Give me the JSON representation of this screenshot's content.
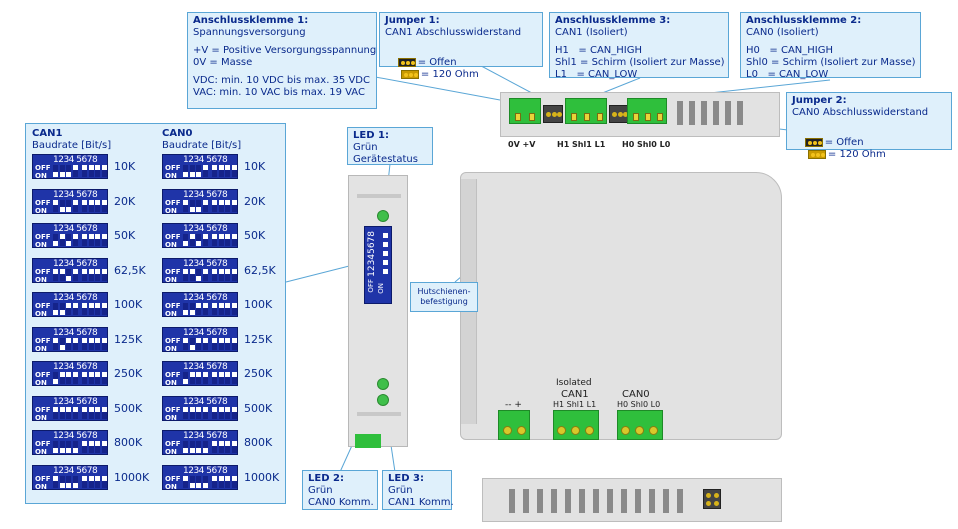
{
  "callouts": {
    "power": {
      "title": "Anschlussklemme 1:",
      "lines": [
        "Spannungsversorgung",
        "",
        "+V = Positive Versorgungsspannung",
        "0V = Masse",
        "",
        "VDC: min. 10 VDC bis max. 35 VDC",
        "VAC: min. 10 VAC bis max. 19 VAC"
      ]
    },
    "jumper1": {
      "title": "Jumper 1:",
      "subtitle": "CAN1 Abschlusswiderstand",
      "open_label": "= Offen",
      "closed_label": "= 120 Ohm"
    },
    "terminal3": {
      "title": "Anschlussklemme 3:",
      "lines": [
        "CAN1 (Isoliert)",
        "",
        "H1   = CAN_HIGH",
        "Shl1 = Schirm (Isoliert zur Masse)",
        "L1   = CAN_LOW"
      ]
    },
    "terminal2": {
      "title": "Anschlussklemme 2:",
      "lines": [
        "CAN0 (Isoliert)",
        "",
        "H0   = CAN_HIGH",
        "Shl0 = Schirm (Isoliert zur Masse)",
        "L0   = CAN_LOW"
      ]
    },
    "jumper2": {
      "title": "Jumper 2:",
      "subtitle": "CAN0 Abschlusswiderstand",
      "open_label": "= Offen",
      "closed_label": "= 120 Ohm"
    },
    "led1": {
      "title": "LED 1:",
      "lines": [
        "Grün",
        "Gerätestatus"
      ]
    },
    "led2": {
      "title": "LED 2:",
      "lines": [
        "Grün",
        "CAN0 Komm."
      ]
    },
    "led3": {
      "title": "LED 3:",
      "lines": [
        "Grün",
        "CAN1 Komm."
      ]
    },
    "mount": {
      "lines": [
        "Hutschienen-",
        "befestigung"
      ]
    }
  },
  "dip_panel": {
    "can1": {
      "title": "CAN1",
      "subtitle": "Baudrate [Bit/s]"
    },
    "can0": {
      "title": "CAN0",
      "subtitle": "Baudrate [Bit/s]"
    },
    "switch_numbers": "1234 5678",
    "off_label": "OFF",
    "on_label": "ON",
    "rows": [
      {
        "rate": "10K",
        "sw": [
          0,
          0,
          0,
          1,
          1,
          1,
          1,
          1
        ]
      },
      {
        "rate": "20K",
        "sw": [
          1,
          0,
          0,
          1,
          1,
          1,
          1,
          1
        ]
      },
      {
        "rate": "50K",
        "sw": [
          0,
          1,
          0,
          1,
          1,
          1,
          1,
          1
        ]
      },
      {
        "rate": "62,5K",
        "sw": [
          1,
          1,
          0,
          1,
          1,
          1,
          1,
          1
        ]
      },
      {
        "rate": "100K",
        "sw": [
          0,
          0,
          1,
          1,
          1,
          1,
          1,
          1
        ]
      },
      {
        "rate": "125K",
        "sw": [
          1,
          0,
          1,
          1,
          1,
          1,
          1,
          1
        ]
      },
      {
        "rate": "250K",
        "sw": [
          0,
          1,
          1,
          1,
          1,
          1,
          1,
          1
        ]
      },
      {
        "rate": "500K",
        "sw": [
          1,
          1,
          1,
          1,
          1,
          1,
          1,
          1
        ]
      },
      {
        "rate": "800K",
        "sw": [
          0,
          0,
          0,
          0,
          1,
          1,
          1,
          1
        ]
      },
      {
        "rate": "1000K",
        "sw": [
          1,
          0,
          0,
          0,
          1,
          1,
          1,
          1
        ]
      }
    ]
  },
  "side_dip": {
    "numbers": "12345678",
    "off_label": "OFF",
    "on_label": "ON"
  },
  "top_labels": {
    "power": "0V +V",
    "can1": "H1 Shl1 L1",
    "can0": "H0 Shl0 L0"
  },
  "front_labels": {
    "power_pins": "--  +",
    "isolated": "Isolated",
    "can1": "CAN1",
    "can1_pins": "H1 Shl1 L1",
    "can0": "CAN0",
    "can0_pins": "H0 Shl0 L0"
  },
  "colors": {
    "callout_bg": "#dff0fb",
    "callout_border": "#5aa6d6",
    "text": "#0a2a8c",
    "terminal_green": "#2fbf3c",
    "dip_blue": "#1f34a8"
  }
}
